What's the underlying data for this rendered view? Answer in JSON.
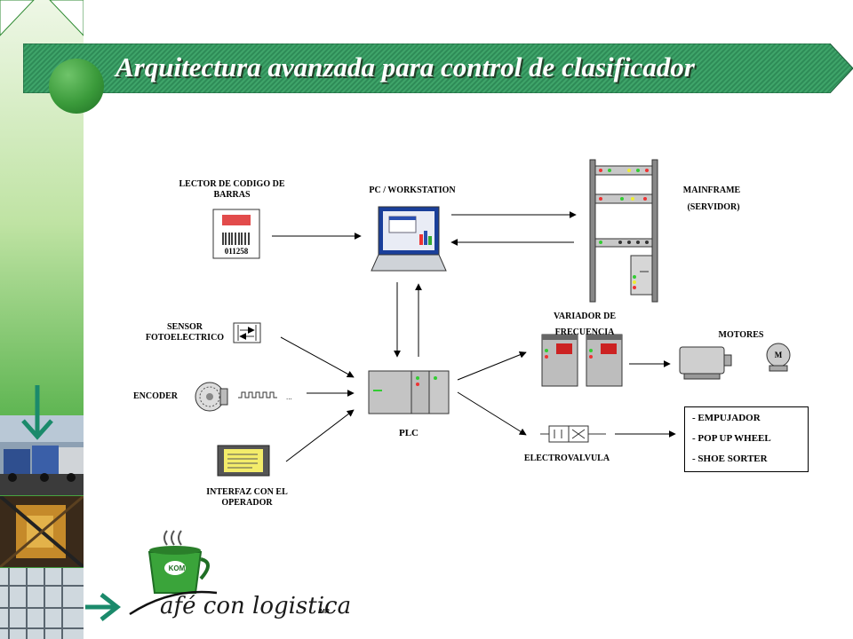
{
  "slide": {
    "title": "Arquitectura avanzada para control de clasificador"
  },
  "diagram": {
    "barcode_reader_label": "LECTOR DE CODIGO DE BARRAS",
    "barcode_number": "011258",
    "pc_label": "PC /  WORKSTATION",
    "mainframe_label": "MAINFRAME",
    "mainframe_sublabel": "(SERVIDOR)",
    "sensor_label": "SENSOR FOTOELECTRICO",
    "encoder_label": "ENCODER",
    "operator_interface_label": "INTERFAZ CON EL OPERADOR",
    "plc_label": "PLC",
    "vfd_label": "VARIADOR DE FRECUENCIA",
    "motors_label": "MOTORES",
    "motor_symbol": "M",
    "valve_label": "ELECTROVALVULA",
    "outputs": [
      "- EMPUJADOR",
      "- POP UP WHEEL",
      "- SHOE SORTER"
    ]
  },
  "logo": {
    "badge": "KOM",
    "text": "afé con logistica",
    "mark": "MR"
  },
  "colors": {
    "title_band": "#2e8b57",
    "sidebar_green": "#4fae45",
    "accent_arrow": "#1b8a6b"
  },
  "icons": {
    "down_arrow": "arrow-down-icon",
    "right_arrow": "arrow-right-icon"
  }
}
